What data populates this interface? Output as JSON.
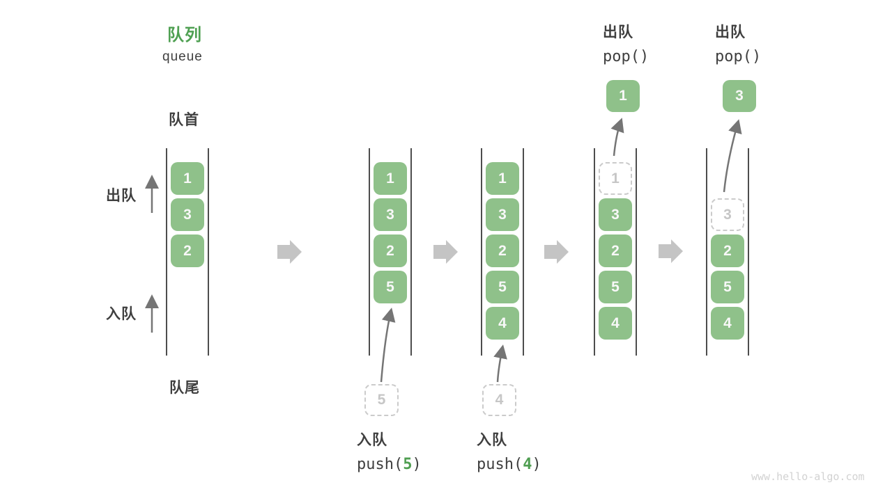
{
  "header": {
    "title_zh": "队列",
    "title_en": "queue"
  },
  "side_labels": {
    "front": "队首",
    "rear": "队尾",
    "dequeue": "出队",
    "enqueue": "入队"
  },
  "watermark": "www.hello-algo.com",
  "colors": {
    "box_green": "#8FC18A",
    "title_green": "#4FA052",
    "code_arg_green": "#4F9E51",
    "text_dark": "#3F3F3F",
    "big_arrow_gray": "#C4C4C4",
    "thin_arrow_gray": "#757575",
    "dashed_border": "#CBCBCB",
    "dashed_text": "#C6C6C6",
    "wall_dark": "#4D4D4D",
    "watermark_gray": "#D2D2D2"
  },
  "queue_states": [
    {
      "name": "initial",
      "slots": [
        {
          "row": 0,
          "value": "1",
          "style": "solid"
        },
        {
          "row": 1,
          "value": "3",
          "style": "solid"
        },
        {
          "row": 2,
          "value": "2",
          "style": "solid"
        }
      ]
    },
    {
      "name": "after-push-5",
      "slots": [
        {
          "row": 0,
          "value": "1",
          "style": "solid"
        },
        {
          "row": 1,
          "value": "3",
          "style": "solid"
        },
        {
          "row": 2,
          "value": "2",
          "style": "solid"
        },
        {
          "row": 3,
          "value": "5",
          "style": "solid"
        }
      ]
    },
    {
      "name": "after-push-4",
      "slots": [
        {
          "row": 0,
          "value": "1",
          "style": "solid"
        },
        {
          "row": 1,
          "value": "3",
          "style": "solid"
        },
        {
          "row": 2,
          "value": "2",
          "style": "solid"
        },
        {
          "row": 3,
          "value": "5",
          "style": "solid"
        },
        {
          "row": 4,
          "value": "4",
          "style": "solid"
        }
      ]
    },
    {
      "name": "after-pop-1",
      "popped": "1",
      "slots": [
        {
          "row": 0,
          "value": "1",
          "style": "dashed"
        },
        {
          "row": 1,
          "value": "3",
          "style": "solid"
        },
        {
          "row": 2,
          "value": "2",
          "style": "solid"
        },
        {
          "row": 3,
          "value": "5",
          "style": "solid"
        },
        {
          "row": 4,
          "value": "4",
          "style": "solid"
        }
      ]
    },
    {
      "name": "after-pop-3",
      "popped": "3",
      "slots": [
        {
          "row": 1,
          "value": "3",
          "style": "dashed"
        },
        {
          "row": 2,
          "value": "2",
          "style": "solid"
        },
        {
          "row": 3,
          "value": "5",
          "style": "solid"
        },
        {
          "row": 4,
          "value": "4",
          "style": "solid"
        }
      ]
    }
  ],
  "operations": {
    "push5": {
      "label": "入队",
      "code_pre": "push(",
      "arg": "5",
      "code_post": ")",
      "pending_value": "5"
    },
    "push4": {
      "label": "入队",
      "code_pre": "push(",
      "arg": "4",
      "code_post": ")",
      "pending_value": "4"
    },
    "pop1": {
      "label": "出队",
      "code": "pop()"
    },
    "pop2": {
      "label": "出队",
      "code": "pop()"
    }
  }
}
